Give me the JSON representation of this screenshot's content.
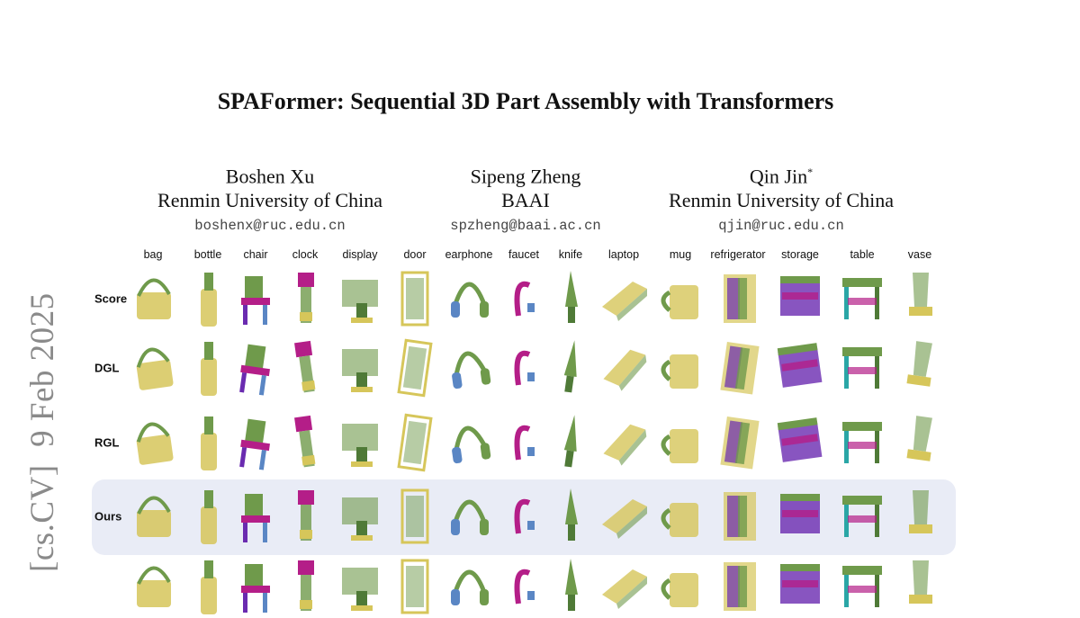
{
  "arxiv_stamp": "[cs.CV]  9 Feb 2025",
  "title": "SPAFormer: Sequential 3D Part Assembly with Transformers",
  "authors": [
    {
      "name": "Boshen Xu",
      "mark": "",
      "affiliation": "Renmin University of China",
      "email": "boshenx@ruc.edu.cn"
    },
    {
      "name": "Sipeng Zheng",
      "mark": "",
      "affiliation": "BAAI",
      "email": "spzheng@baai.ac.cn"
    },
    {
      "name": "Qin Jin",
      "mark": "*",
      "affiliation": "Renmin University of China",
      "email": "qjin@ruc.edu.cn"
    }
  ],
  "figure": {
    "categories": [
      "bag",
      "bottle",
      "chair",
      "clock",
      "display",
      "door",
      "earphone",
      "faucet",
      "knife",
      "laptop",
      "mug",
      "refrigerator",
      "storage",
      "table",
      "vase"
    ],
    "rows": [
      "Score",
      "DGL",
      "RGL",
      "Ours",
      ""
    ],
    "highlighted_row": "Ours",
    "colors": {
      "yellow": "#d6c65a",
      "green": "#6f9a4b",
      "dark_green": "#4f7a37",
      "magenta": "#b41e88",
      "purple": "#6a2bb0",
      "teal": "#2aa6a6",
      "blue": "#5a86c4",
      "highlight_bg": "#e9ecf6"
    }
  }
}
